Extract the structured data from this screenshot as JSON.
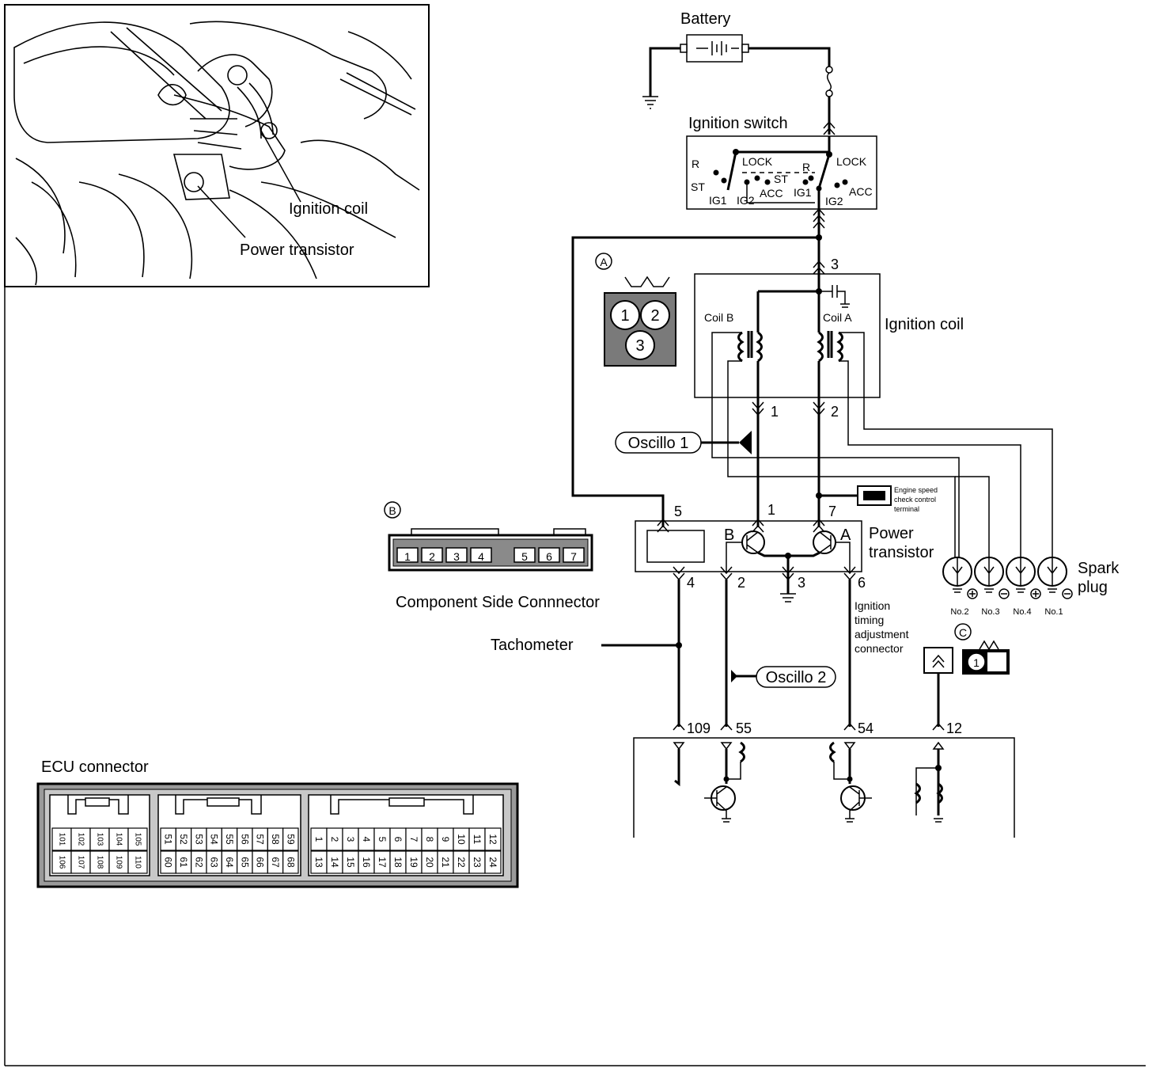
{
  "photo": {
    "ignition_coil_label": "Ignition coil",
    "power_transistor_label": "Power transistor"
  },
  "battery": {
    "label": "Battery"
  },
  "ignition_switch": {
    "label": "Ignition switch",
    "left_positions": [
      "R",
      "ST",
      "IG1",
      "IG2",
      "ACC",
      "LOCK"
    ],
    "right_positions": [
      "LOCK",
      "R",
      "ST",
      "IG1",
      "IG2",
      "ACC"
    ],
    "output_pin": "3"
  },
  "connector_a": {
    "marker": "A",
    "pins": [
      "1",
      "2",
      "3"
    ]
  },
  "ignition_coil": {
    "label": "Ignition coil",
    "coil_b": "Coil B",
    "coil_a": "Coil A",
    "pin_b": "1",
    "pin_a": "2"
  },
  "oscillo_1": {
    "label": "Oscillo 1"
  },
  "oscillo_2": {
    "label": "Oscillo 2"
  },
  "engine_speed_terminal": {
    "line1": "Engine speed",
    "line2": "check control",
    "line3": "terminal"
  },
  "power_transistor": {
    "label_line1": "Power",
    "label_line2": "transistor",
    "b": "B",
    "a": "A",
    "pins_top": [
      "5",
      "1",
      "7"
    ],
    "pins_bottom": [
      "4",
      "2",
      "3",
      "6"
    ]
  },
  "connector_b": {
    "marker": "B",
    "pins": [
      "1",
      "2",
      "3",
      "4",
      "5",
      "6",
      "7"
    ],
    "caption": "Component Side Connnector"
  },
  "spark_plugs": {
    "label_line1": "Spark",
    "label_line2": "plug",
    "plugs": [
      "No.2",
      "No.3",
      "No.4",
      "No.1"
    ]
  },
  "tachometer": {
    "label": "Tachometer"
  },
  "timing_connector": {
    "line1": "Ignition",
    "line2": "timing",
    "line3": "adjustment",
    "line4": "connector",
    "marker": "C",
    "pin": "1"
  },
  "ecu_pins": [
    "109",
    "55",
    "54",
    "12"
  ],
  "ecu_connector": {
    "label": "ECU connector",
    "block1_top": [
      "101",
      "102",
      "103",
      "104",
      "105"
    ],
    "block1_bottom": [
      "106",
      "107",
      "108",
      "109",
      "110"
    ],
    "block2_top": [
      "51",
      "52",
      "53",
      "54",
      "55",
      "56",
      "57",
      "58",
      "59"
    ],
    "block2_bottom": [
      "60",
      "61",
      "62",
      "63",
      "64",
      "65",
      "66",
      "67",
      "68"
    ],
    "block3_top": [
      "1",
      "2",
      "3",
      "4",
      "5",
      "6",
      "7",
      "8",
      "9",
      "10",
      "11",
      "12"
    ],
    "block3_bottom": [
      "13",
      "14",
      "15",
      "16",
      "17",
      "18",
      "19",
      "20",
      "21",
      "22",
      "23",
      "24"
    ]
  }
}
